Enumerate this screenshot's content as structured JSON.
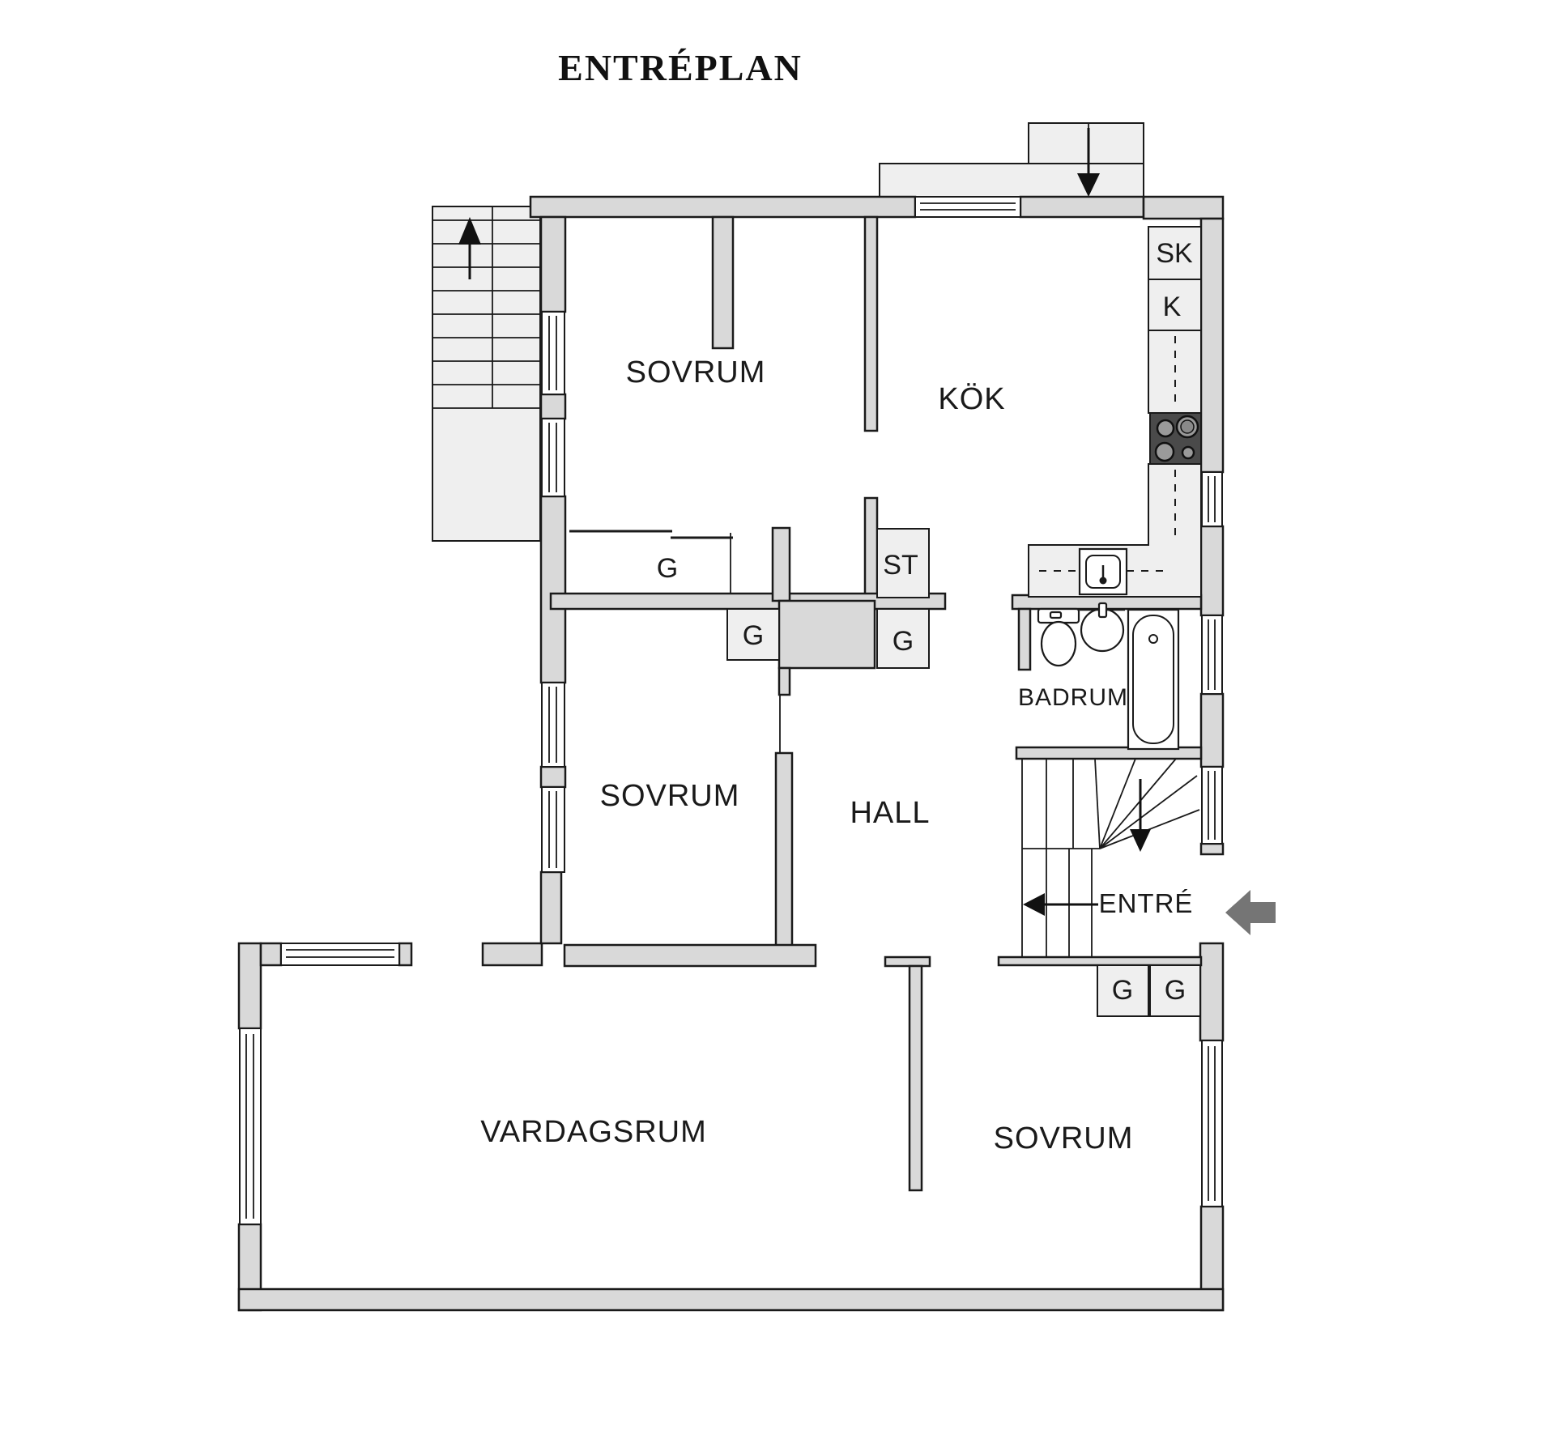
{
  "title": "ENTRÉPLAN",
  "rooms": {
    "bedroom1": "SOVRUM",
    "kitchen": "KÖK",
    "bedroom2": "SOVRUM",
    "hall": "HALL",
    "bathroom": "BADRUM",
    "entry": "ENTRÉ",
    "bedroom3": "SOVRUM",
    "living_room": "VARDAGSRUM"
  },
  "closets": {
    "wardrobe": "G",
    "cleaning": "ST",
    "cabinet_sk": "SK",
    "cabinet_k": "K"
  },
  "icons": {
    "stairs_up_arrow": "up-arrow",
    "entry_steps_arrow": "down-arrow",
    "stairs_down_arrow": "down-arrow",
    "exit_arrow": "left-arrow",
    "entrance_arrow": "left-arrow"
  },
  "colors": {
    "wall_fill": "#d9d9d9",
    "light_fill": "#efefef",
    "outline": "#1a1a1a",
    "stove": "#4a4a4a",
    "entrance_arrow": "#757575",
    "background": "#ffffff"
  }
}
